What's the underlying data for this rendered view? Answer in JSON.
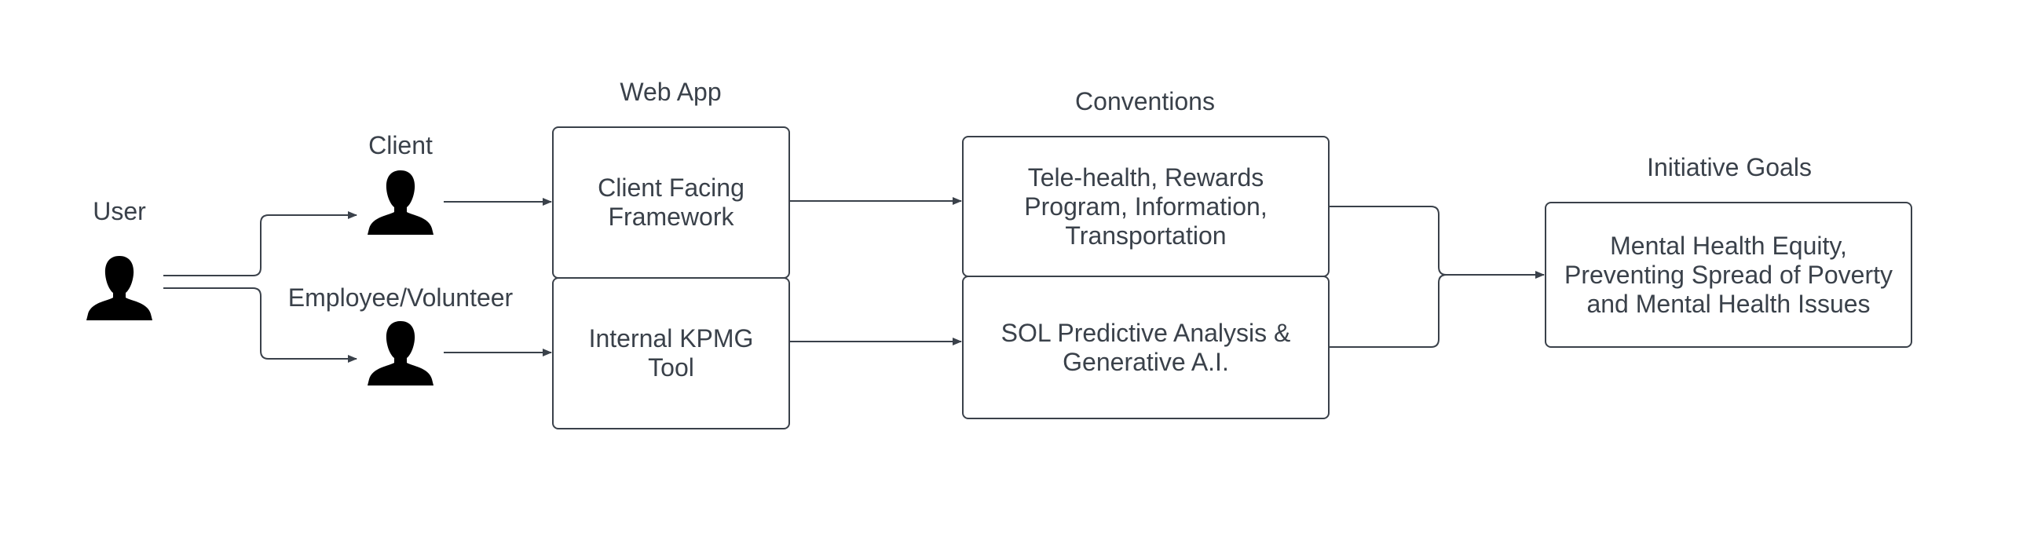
{
  "labels": {
    "user": "User",
    "client": "Client",
    "employee": "Employee/Volunteer",
    "web_app": "Web App",
    "conventions": "Conventions",
    "initiative_goals": "Initiative Goals"
  },
  "boxes": {
    "client_framework": "Client Facing Framework",
    "internal_tool": "Internal KPMG Tool",
    "telehealth": "Tele-health, Rewards Program, Information, Transportation",
    "sol_analysis": "SOL Predictive Analysis & Generative A.I.",
    "goals": "Mental Health Equity, Preventing Spread of Poverty and Mental Health Issues"
  },
  "icons": {
    "user": "person-icon",
    "client": "person-icon",
    "employee": "person-icon"
  },
  "colors": {
    "stroke": "#3a414a",
    "icon": "#000000",
    "background": "#ffffff"
  }
}
